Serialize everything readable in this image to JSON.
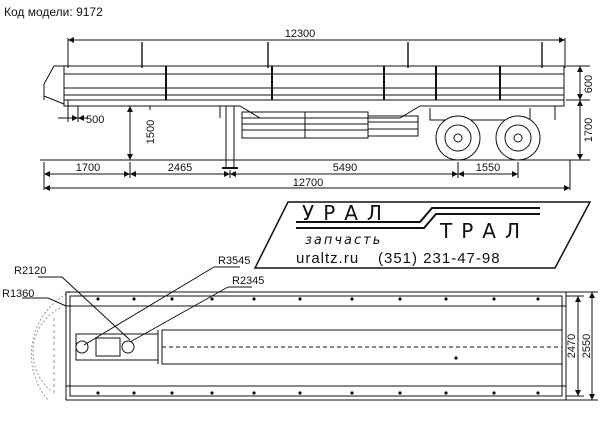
{
  "header": {
    "model_label": "Код модели:",
    "model_code": "9172"
  },
  "side_view": {
    "dim_total_top": "12300",
    "dim_total_bottom": "12700",
    "dim_kingpin_offset": "500",
    "dim_deck_height": "1500",
    "dim_board_height": "600",
    "dim_overall_height": "1700",
    "dim_front_overhang": "1700",
    "dim_to_legs": "2465",
    "dim_to_axles": "5490",
    "dim_axle_spacing": "1550"
  },
  "plan_view": {
    "radius_front": "R2120",
    "radius_corner": "R1360",
    "radius_outer": "R3545",
    "radius_inner": "R2345",
    "width_inner": "2470",
    "width_outer": "2550"
  },
  "logo": {
    "line1_left": "УРАЛ",
    "line1_right": "ТРАЛ",
    "line2": "запчасть",
    "site": "uraltz.ru",
    "phone": "(351) 231-47-98"
  }
}
